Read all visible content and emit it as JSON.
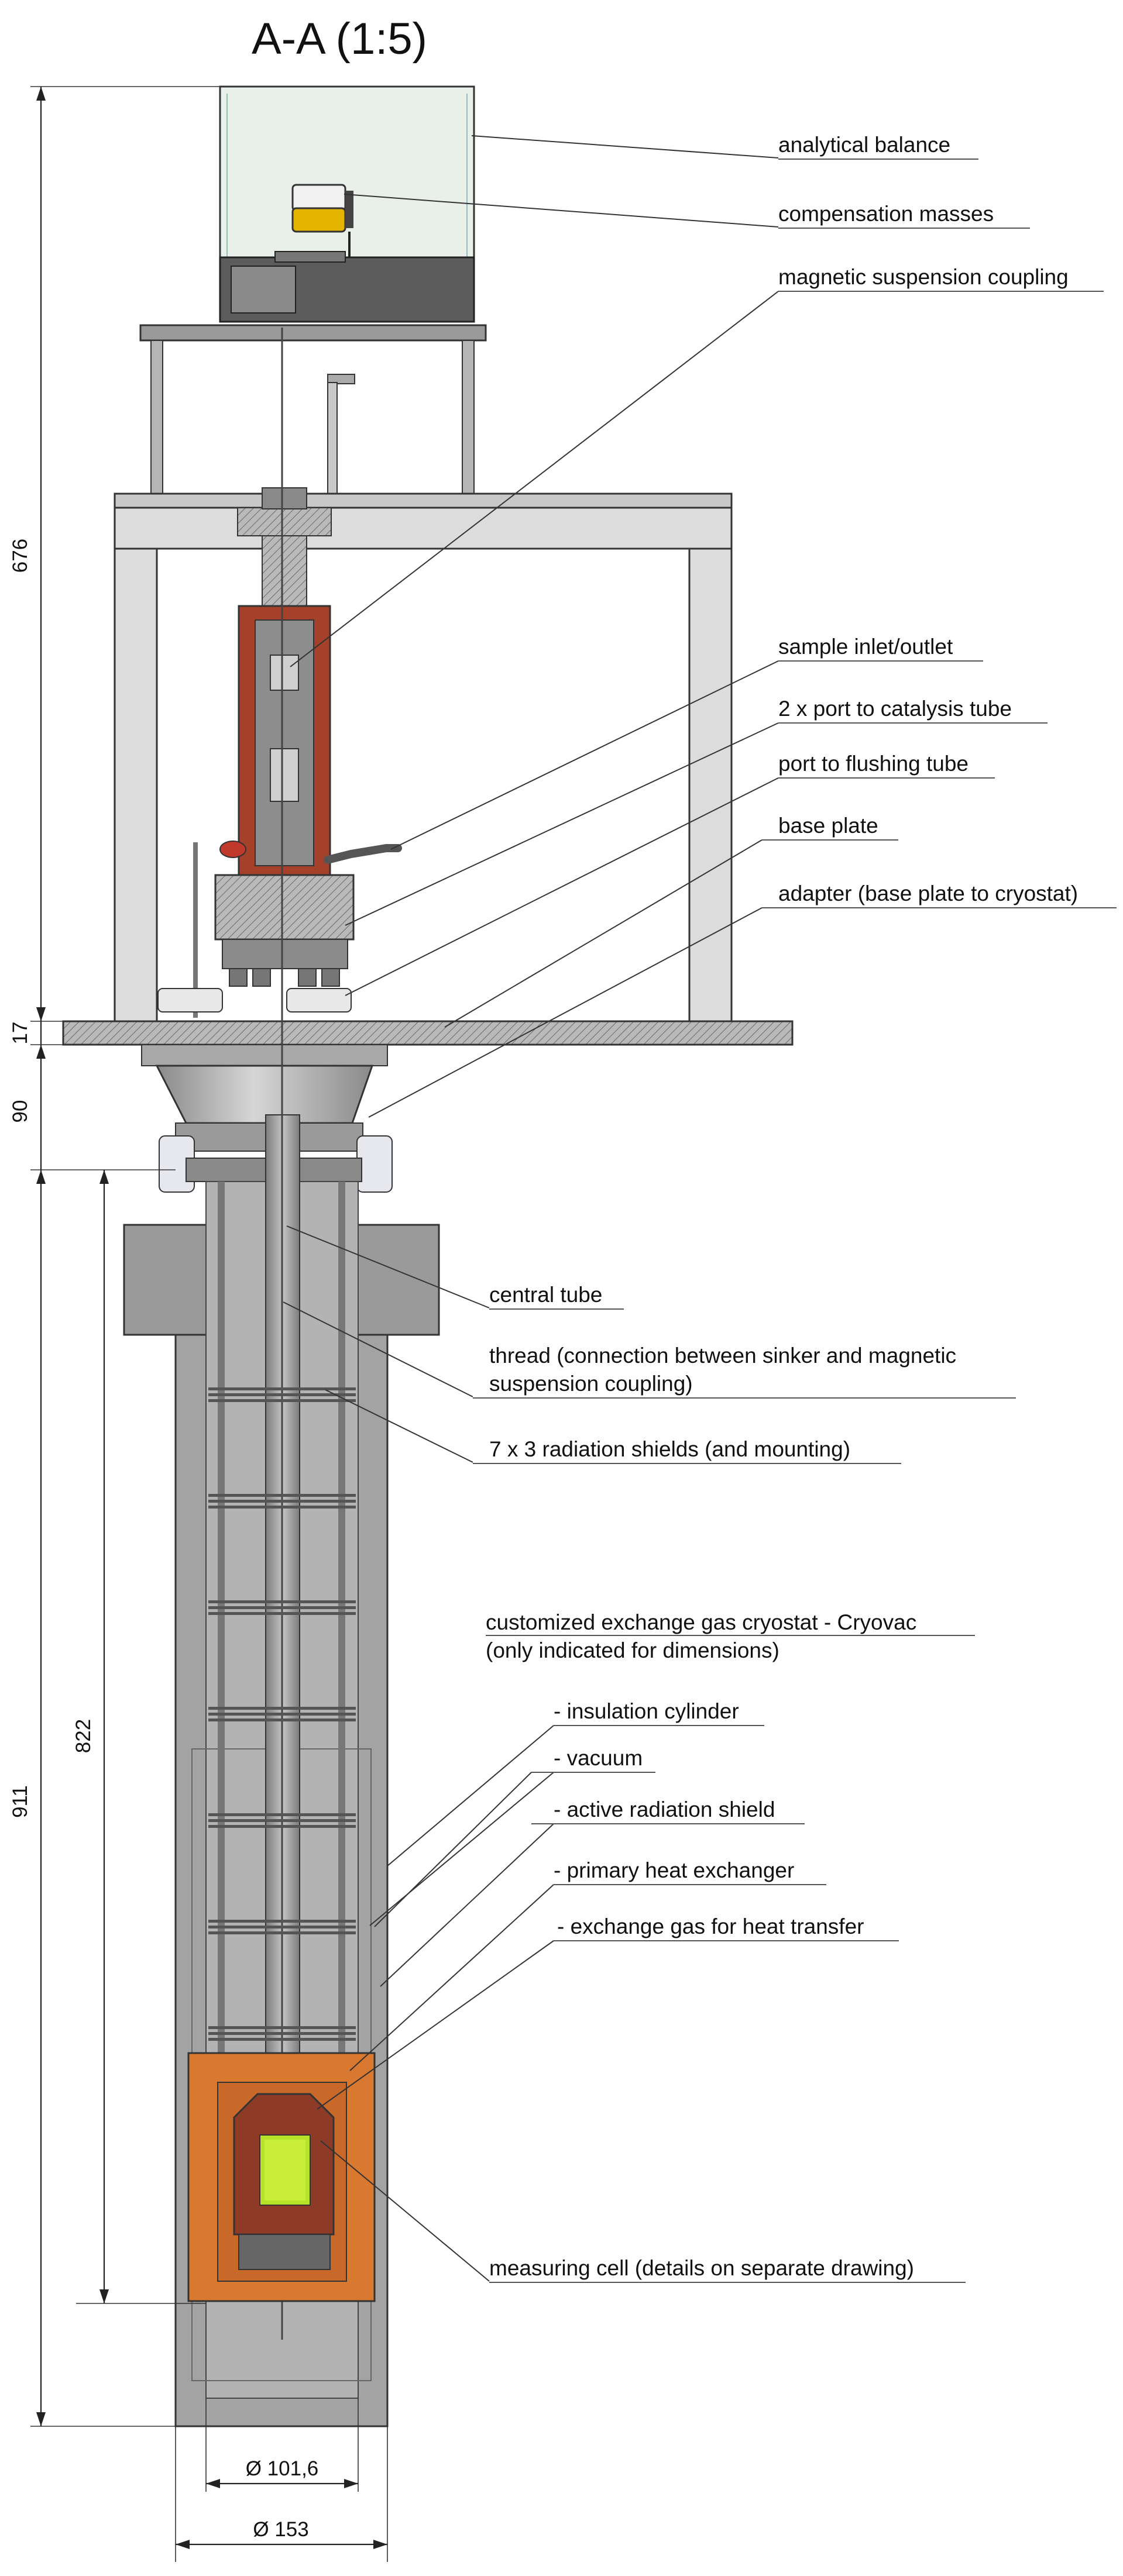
{
  "title": "A-A (1:5)",
  "labels": {
    "analytical_balance": "analytical balance",
    "compensation_masses": "compensation masses",
    "magnetic_suspension_coupling": "magnetic suspension coupling",
    "sample_inlet_outlet": "sample inlet/outlet",
    "port_catalysis": "2 x port to catalysis tube",
    "port_flushing": "port to flushing tube",
    "base_plate": "base plate",
    "adapter": "adapter (base plate to cryostat)",
    "central_tube": "central tube",
    "thread_line1": "thread (connection between sinker and magnetic",
    "thread_line2": "suspension coupling)",
    "radiation_shields": "7 x 3 radiation shields (and mounting)",
    "cryostat_line1": "customized exchange gas cryostat - Cryovac",
    "cryostat_line2": "(only indicated for dimensions)",
    "insulation_cylinder": "- insulation cylinder",
    "vacuum": "- vacuum",
    "active_radiation_shield": "- active radiation shield",
    "primary_heat_exchanger": "- primary heat exchanger",
    "exchange_gas": "- exchange gas for heat transfer",
    "measuring_cell": "measuring cell (details on separate drawing)"
  },
  "dimensions": {
    "d676": "676",
    "d17": "17",
    "d90": "90",
    "d911": "911",
    "d822": "822",
    "dia_101": "Ø 101,6",
    "dia_153": "Ø 153"
  },
  "colors": {
    "steel": "#9a9a9a",
    "steel_dark": "#6e6e6e",
    "frame": "#d2d2d2",
    "copper_red": "#a5402a",
    "orange": "#d9782f",
    "cell_green": "#b7e22a",
    "glass": "#e9f0ea"
  }
}
